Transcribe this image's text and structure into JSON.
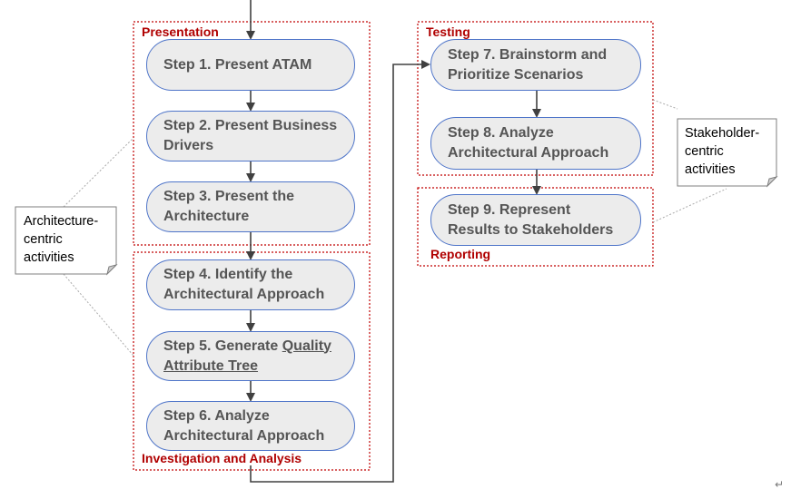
{
  "groups": {
    "presentation": "Presentation",
    "investigation": "Investigation and Analysis",
    "testing": "Testing",
    "reporting": "Reporting"
  },
  "steps": [
    {
      "line1": "Step 1. Present ATAM",
      "line2": ""
    },
    {
      "line1": "Step 2. Present Business",
      "line2": "Drivers"
    },
    {
      "line1": "Step 3. Present the",
      "line2": "Architecture"
    },
    {
      "line1": "Step 4. Identify the",
      "line2": "Architectural Approach"
    },
    {
      "line1": "Step 5. Generate ",
      "line1_underlined": "Quality",
      "line2": "Attribute Tree"
    },
    {
      "line1": "Step 6. Analyze",
      "line2": "Architectural Approach"
    },
    {
      "line1": "Step 7. Brainstorm and",
      "line2": "Prioritize Scenarios"
    },
    {
      "line1": "Step 8. Analyze",
      "line2": "Architectural Approach"
    },
    {
      "line1": "Step 9. Represent",
      "line2": "Results to Stakeholders"
    }
  ],
  "notes": {
    "architecture": {
      "line1": "Architecture-",
      "line2": "centric",
      "line3": "activities"
    },
    "stakeholder": {
      "line1": "Stakeholder-",
      "line2": "centric",
      "line3": "activities"
    }
  },
  "colors": {
    "group_border": "#c00000",
    "group_label": "#b00000",
    "step_border": "#4f75c9",
    "step_fill": "#ececec",
    "step_text": "#555555",
    "arrow": "#404040"
  },
  "paragraph_mark": "↵"
}
